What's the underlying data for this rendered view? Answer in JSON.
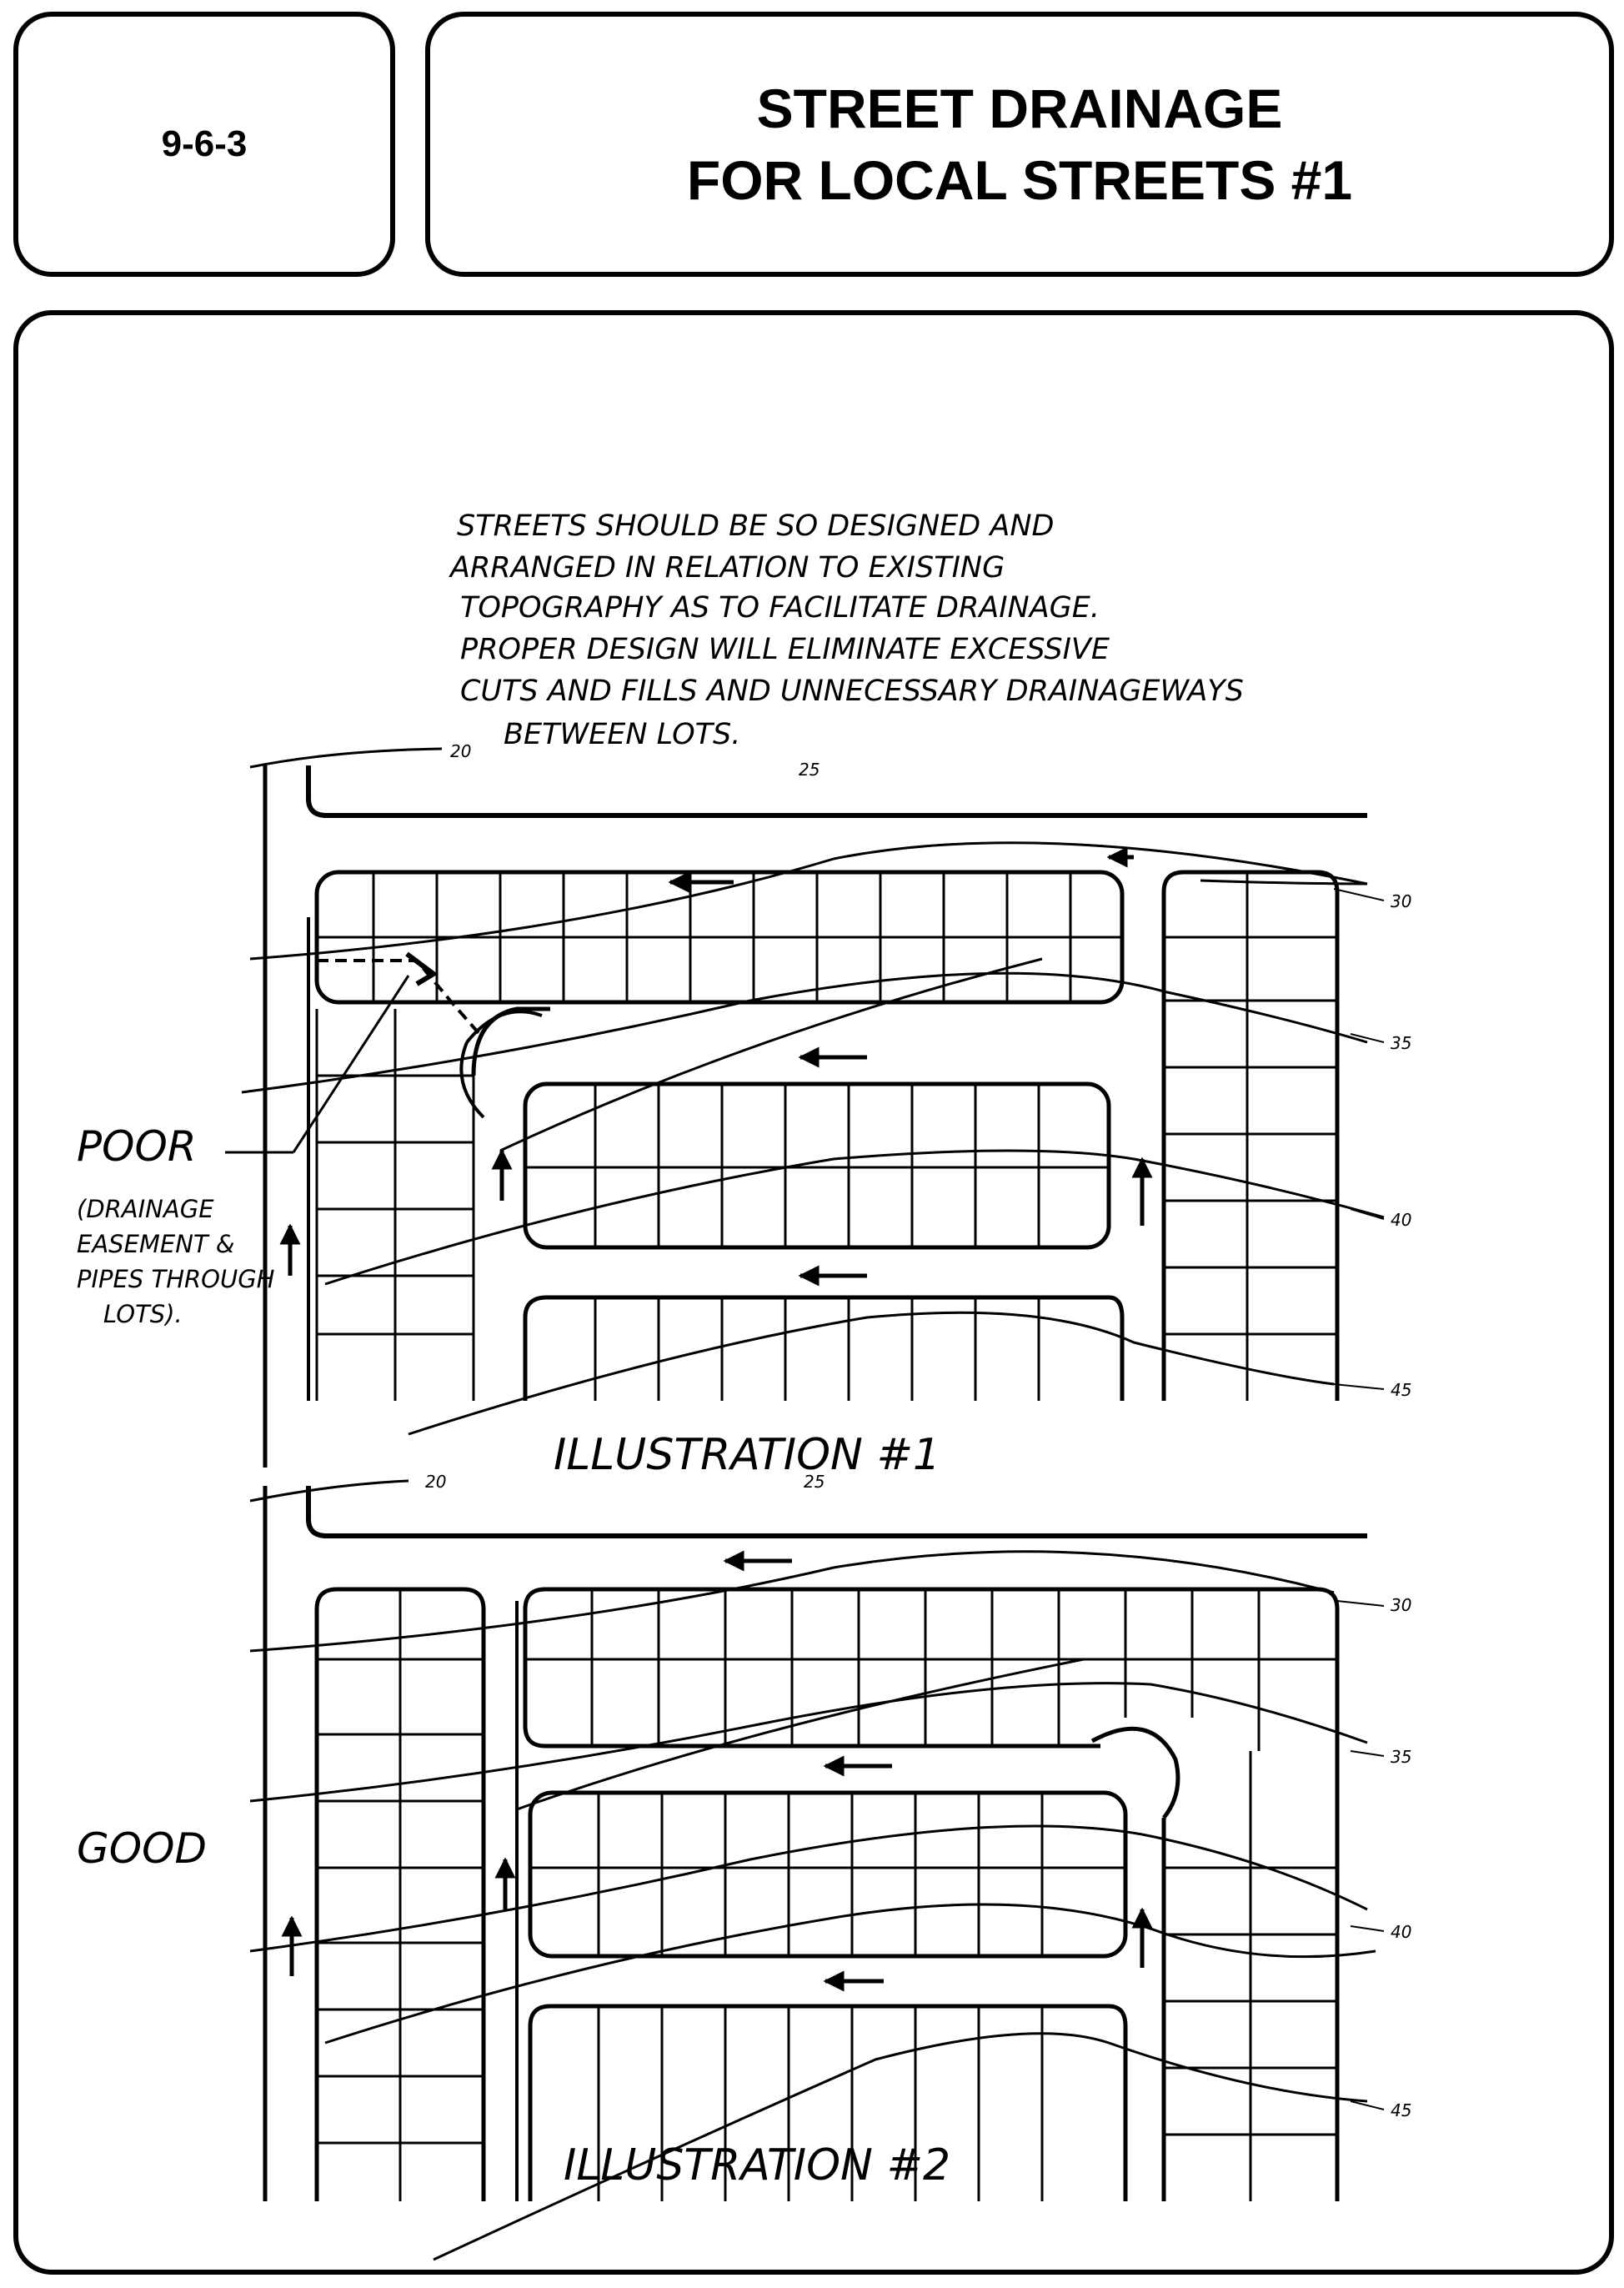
{
  "header": {
    "section_number": "9-6-3",
    "title_line1": "STREET DRAINAGE",
    "title_line2": "FOR LOCAL STREETS #1"
  },
  "note": {
    "lines": [
      "STREETS SHOULD BE SO DESIGNED AND",
      "ARRANGED IN RELATION TO EXISTING",
      "TOPOGRAPHY AS TO FACILITATE DRAINAGE.",
      "PROPER DESIGN WILL ELIMINATE EXCESSIVE",
      "CUTS AND FILLS AND UNNECESSARY DRAINAGEWAYS",
      "BETWEEN LOTS."
    ]
  },
  "illustration1": {
    "label": "ILLUSTRATION #1",
    "rating": "POOR",
    "rating_note": [
      "(DRAINAGE",
      "EASEMENT &",
      "PIPES THROUGH",
      "LOTS)."
    ],
    "contours": [
      "20",
      "25",
      "30",
      "35",
      "40",
      "45"
    ]
  },
  "illustration2": {
    "label": "ILLUSTRATION #2",
    "rating": "GOOD",
    "contours": [
      "20",
      "25",
      "30",
      "35",
      "40",
      "45"
    ]
  }
}
